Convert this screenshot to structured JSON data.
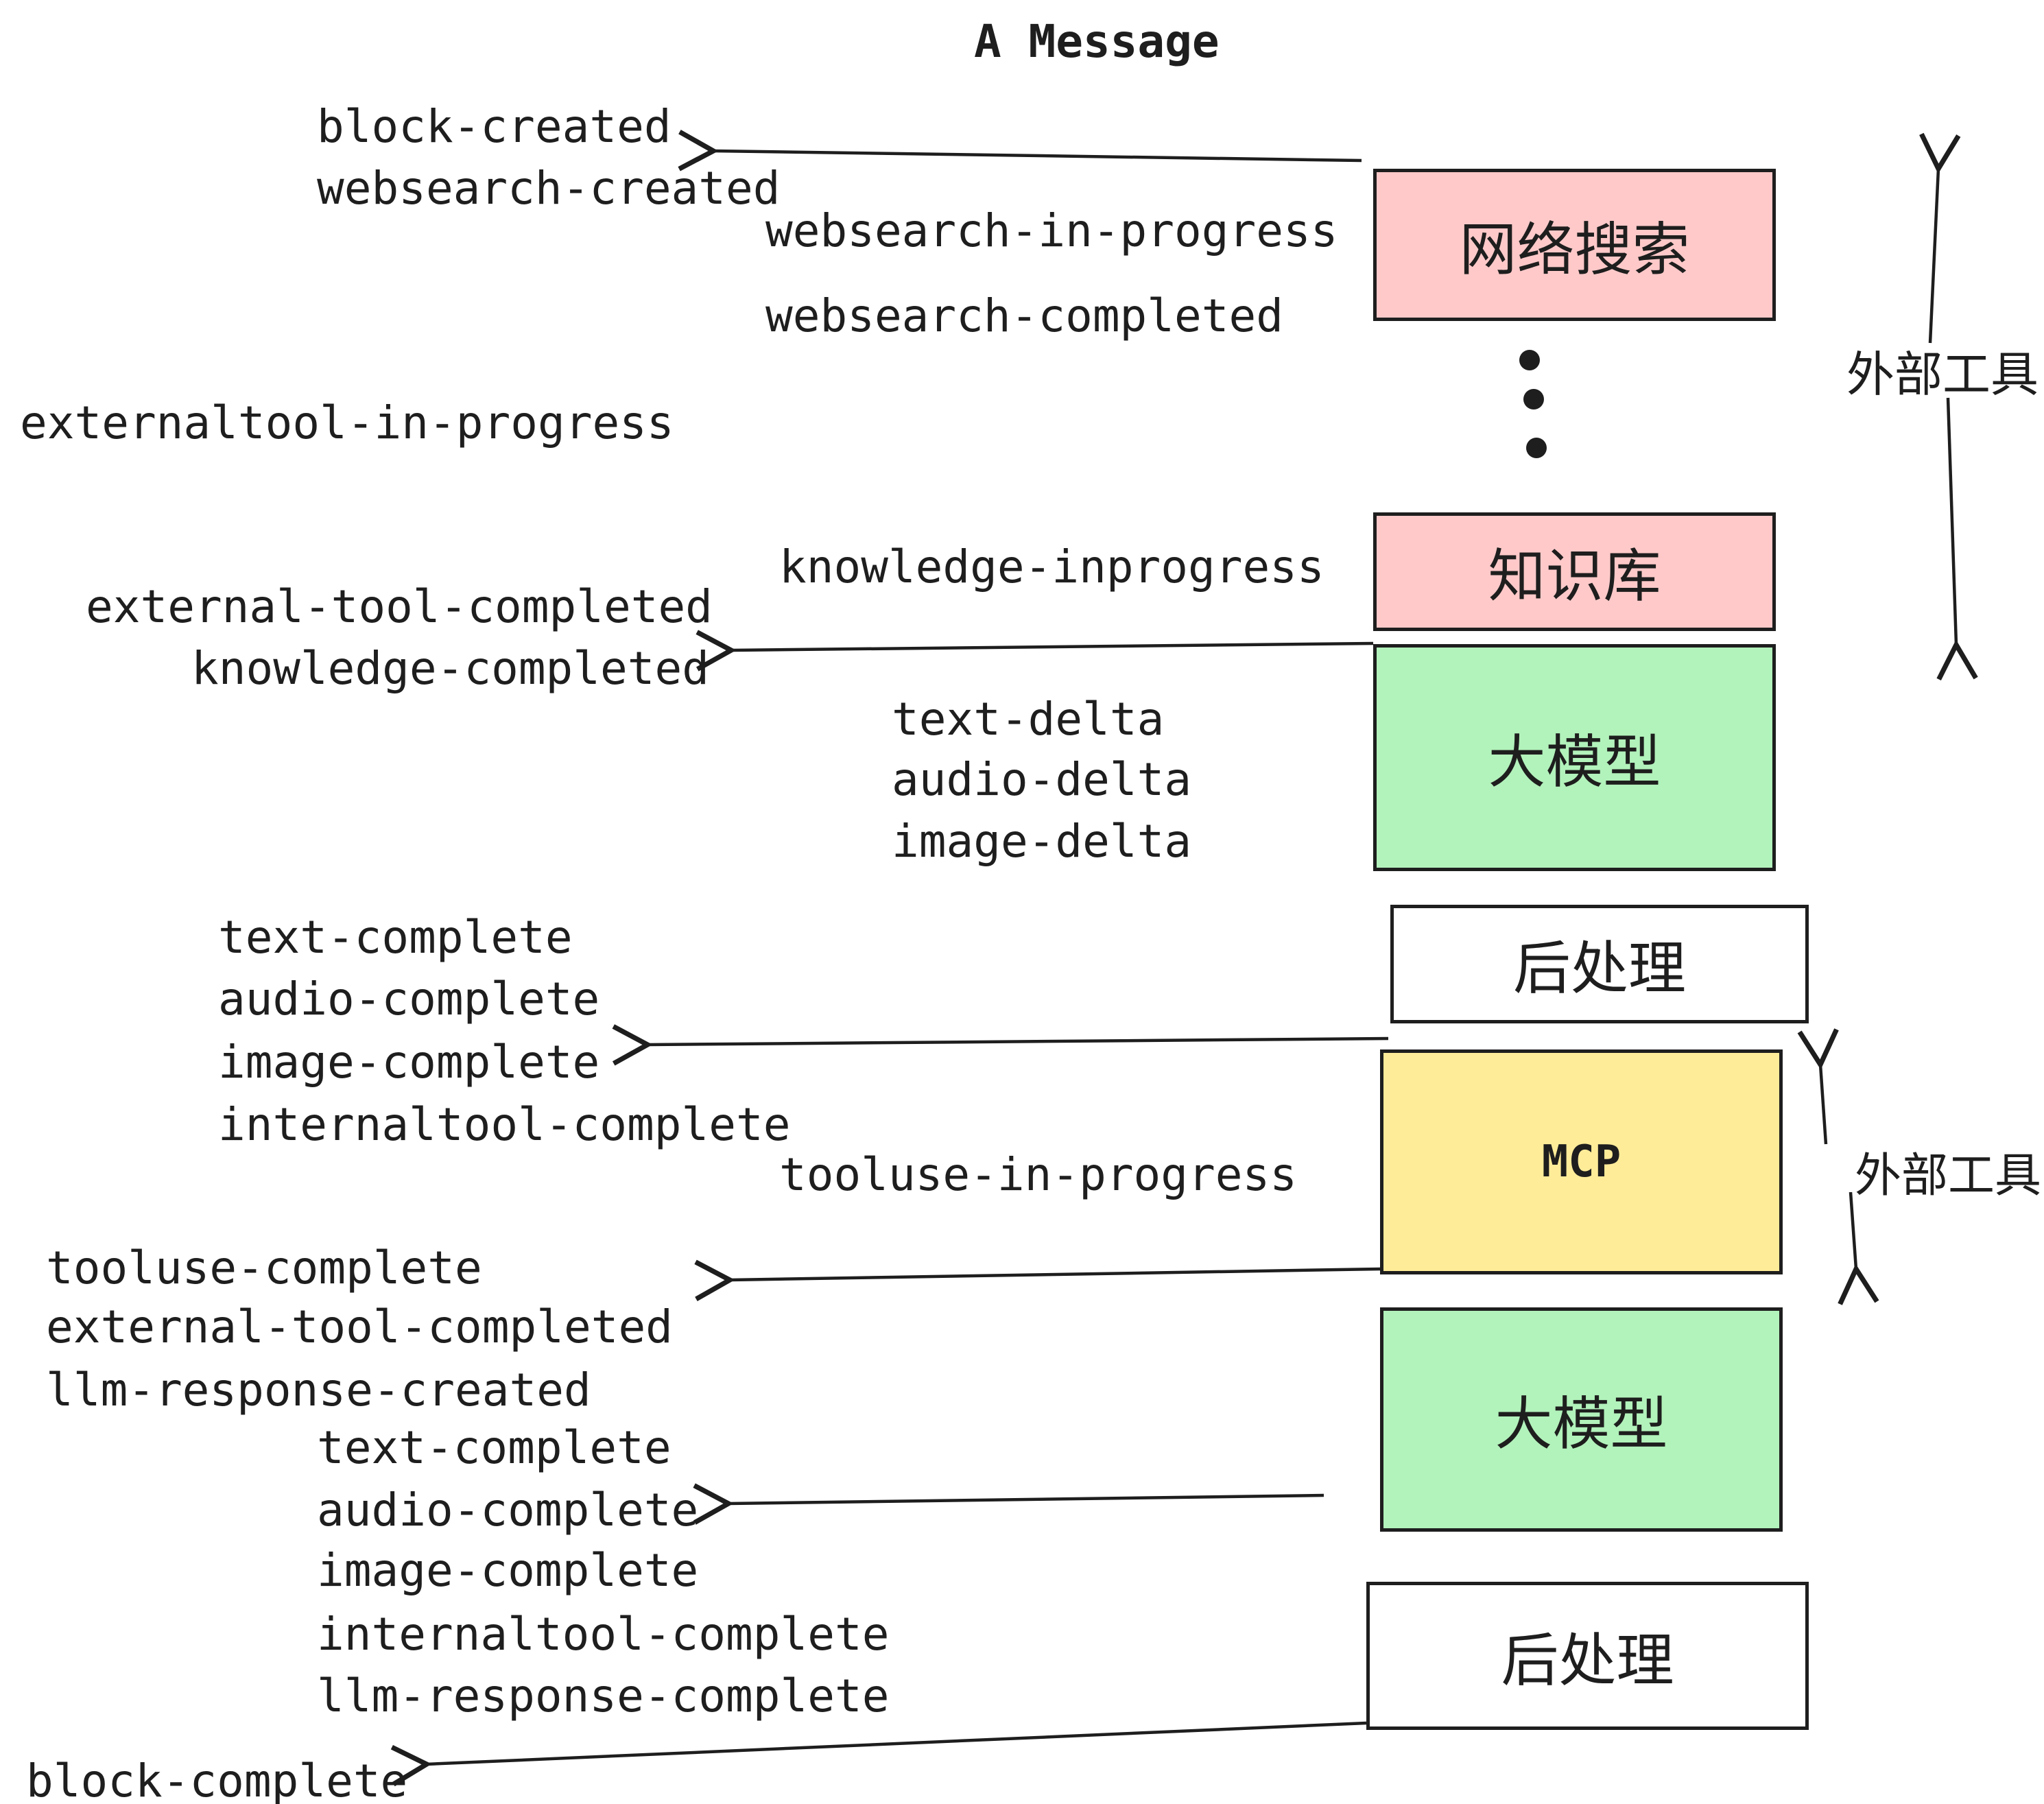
{
  "title": "A Message",
  "colors": {
    "ink": "#1e1e1e",
    "pink_box": "#ffc9c9",
    "green_box": "#b2f2bb",
    "yellow_box": "#ffec99",
    "white_box": "#ffffff"
  },
  "boxes": [
    {
      "id": "websearch",
      "label": "网络搜索",
      "color": "#ffc9c9"
    },
    {
      "id": "knowledge",
      "label": "知识库",
      "color": "#ffc9c9"
    },
    {
      "id": "llm1",
      "label": "大模型",
      "color": "#b2f2bb"
    },
    {
      "id": "post1",
      "label": "后处理",
      "color": "#ffffff"
    },
    {
      "id": "mcp",
      "label": "MCP",
      "color": "#ffec99"
    },
    {
      "id": "llm2",
      "label": "大模型",
      "color": "#b2f2bb"
    },
    {
      "id": "post2",
      "label": "后处理",
      "color": "#ffffff"
    }
  ],
  "side_labels": [
    {
      "label": "外部工具"
    },
    {
      "label": "外部工具"
    }
  ],
  "events": [
    {
      "text": "block-created"
    },
    {
      "text": "websearch-created"
    },
    {
      "text": "websearch-in-progress"
    },
    {
      "text": "websearch-completed"
    },
    {
      "text": "externaltool-in-progress"
    },
    {
      "text": "knowledge-inprogress"
    },
    {
      "text": "external-tool-completed"
    },
    {
      "text": "knowledge-completed"
    },
    {
      "text": "text-delta"
    },
    {
      "text": "audio-delta"
    },
    {
      "text": "image-delta"
    },
    {
      "text": "text-complete"
    },
    {
      "text": "audio-complete"
    },
    {
      "text": "image-complete"
    },
    {
      "text": "internaltool-complete"
    },
    {
      "text": "tooluse-in-progress"
    },
    {
      "text": "tooluse-complete"
    },
    {
      "text": "external-tool-completed"
    },
    {
      "text": "llm-response-created"
    },
    {
      "text": "text-complete"
    },
    {
      "text": "audio-complete"
    },
    {
      "text": "image-complete"
    },
    {
      "text": "internaltool-complete"
    },
    {
      "text": "llm-response-complete"
    },
    {
      "text": "block-complete"
    }
  ]
}
